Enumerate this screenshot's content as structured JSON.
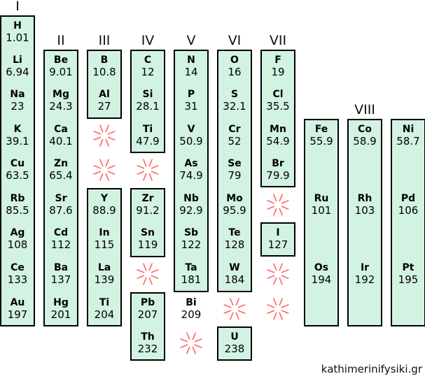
{
  "groups": [
    "I",
    "II",
    "III",
    "IV",
    "V",
    "VI",
    "VII",
    "VIII"
  ],
  "columns": [
    [
      [
        "H",
        "1.01"
      ],
      [
        "Li",
        "6.94"
      ],
      [
        "Na",
        "23"
      ],
      [
        "K",
        "39.1"
      ],
      [
        "Cu",
        "63.5"
      ],
      [
        "Rb",
        "85.5"
      ],
      [
        "Ag",
        "108"
      ],
      [
        "Ce",
        "133"
      ],
      [
        "Au",
        "197"
      ]
    ],
    [
      [
        "Be",
        "9.01"
      ],
      [
        "Mg",
        "24.3"
      ],
      [
        "Ca",
        "40.1"
      ],
      [
        "Zn",
        "65.4"
      ],
      [
        "Sr",
        "87.6"
      ],
      [
        "Cd",
        "112"
      ],
      [
        "Ba",
        "137"
      ],
      [
        "Hg",
        "201"
      ]
    ],
    [
      [
        "B",
        "10.8"
      ],
      [
        "Al",
        "27"
      ],
      [
        "Y",
        "88.9"
      ],
      [
        "In",
        "115"
      ],
      [
        "La",
        "139"
      ],
      [
        "Ti",
        "204"
      ]
    ],
    [
      [
        "C",
        "12"
      ],
      [
        "Si",
        "28.1"
      ],
      [
        "Ti",
        "47.9"
      ],
      [
        "Zr",
        "91.2"
      ],
      [
        "Sn",
        "119"
      ],
      [
        "Pb",
        "207"
      ],
      [
        "Th",
        "232"
      ]
    ],
    [
      [
        "N",
        "14"
      ],
      [
        "P",
        "31"
      ],
      [
        "V",
        "50.9"
      ],
      [
        "As",
        "74.9"
      ],
      [
        "Nb",
        "92.9"
      ],
      [
        "Sb",
        "122"
      ],
      [
        "Ta",
        "181"
      ],
      [
        "Bi",
        "209"
      ]
    ],
    [
      [
        "O",
        "16"
      ],
      [
        "S",
        "32.1"
      ],
      [
        "Cr",
        "52"
      ],
      [
        "Se",
        "79"
      ],
      [
        "Mo",
        "95.9"
      ],
      [
        "Te",
        "128"
      ],
      [
        "W",
        "184"
      ],
      [
        "U",
        "238"
      ]
    ],
    [
      [
        "F",
        "19"
      ],
      [
        "Cl",
        "35.5"
      ],
      [
        "Mn",
        "54.9"
      ],
      [
        "Br",
        "79.9"
      ],
      [
        "I",
        "127"
      ]
    ],
    [
      [
        "Fe",
        "55.9"
      ],
      [
        "Ru",
        "101"
      ],
      [
        "Os",
        "194"
      ]
    ],
    [
      [
        "Co",
        "58.9"
      ],
      [
        "Rh",
        "103"
      ],
      [
        "Ir",
        "192"
      ]
    ],
    [
      [
        "Ni",
        "58.7"
      ],
      [
        "Pd",
        "106"
      ],
      [
        "Pt",
        "195"
      ]
    ]
  ],
  "credit": "kathimerinifysiki.gr",
  "colors": {
    "cell": "#d2f2e2",
    "border": "#000000",
    "gap_mark": "#ff5a5a"
  }
}
